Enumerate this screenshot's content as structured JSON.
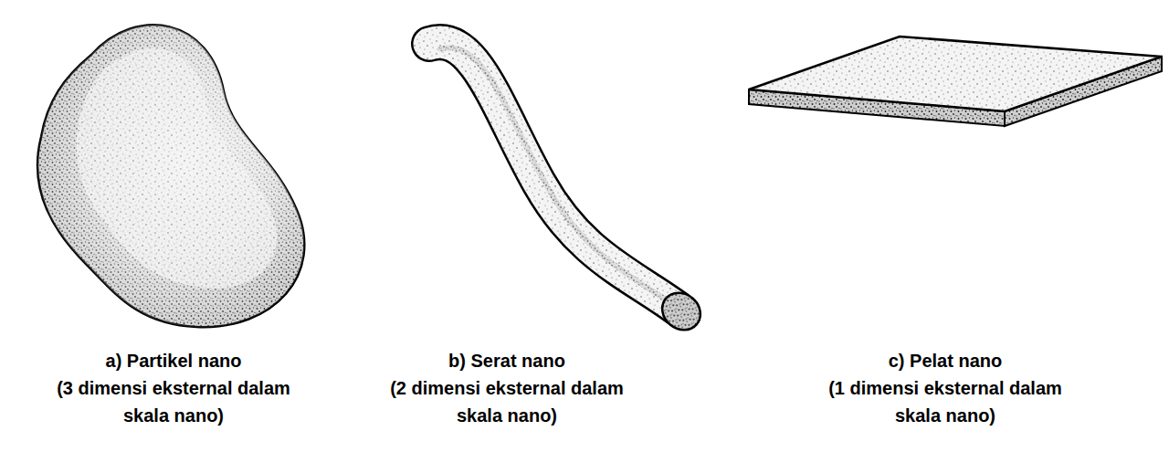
{
  "diagram": {
    "labels": [
      "a) Partikel nano",
      "(3 dimensi eksternal dalam skala nano)",
      "b) Serat nano",
      "(2 dimensi eksternal dalam skala nano)",
      "c) Pelat nano",
      "(1 dimensi eksternal dalam skala nano)"
    ]
  }
}
